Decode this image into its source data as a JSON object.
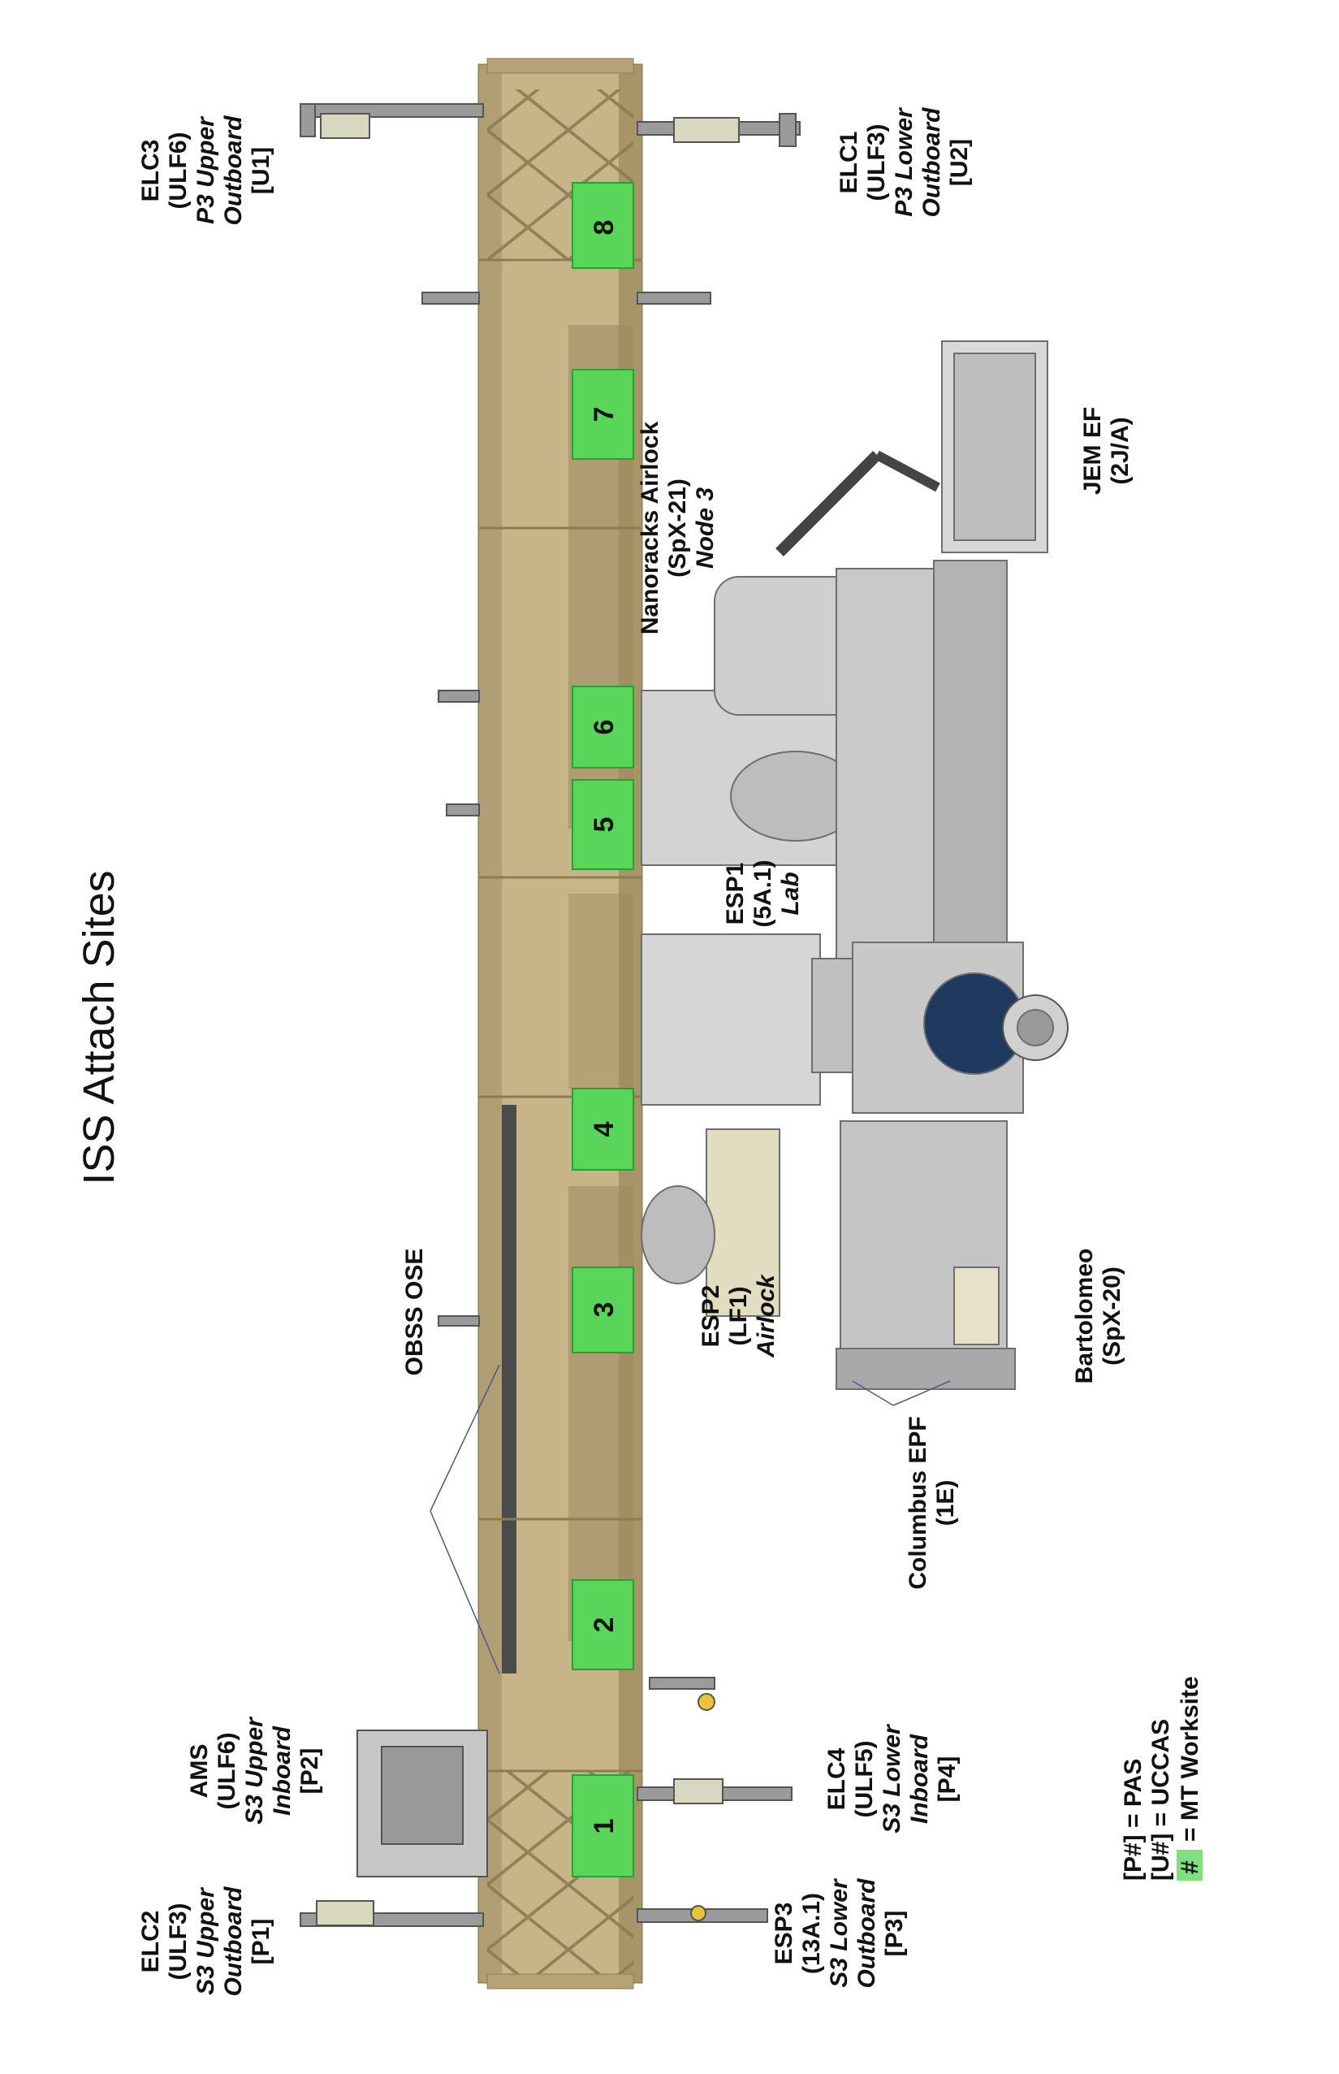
{
  "title": "ISS Attach Sites",
  "worksites": [
    "1",
    "2",
    "3",
    "4",
    "5",
    "6",
    "7",
    "8"
  ],
  "labels": {
    "elc3": [
      "ELC3",
      "(ULF6)",
      "P3 Upper",
      "Outboard",
      "[U1]"
    ],
    "elc1": [
      "ELC1",
      "(ULF3)",
      "P3 Lower",
      "Outboard",
      "[U2]"
    ],
    "jem_ef": [
      "JEM EF",
      "(2J/A)"
    ],
    "nanoracks": [
      "Nanoracks Airlock",
      "(SpX-21)",
      "Node 3"
    ],
    "esp1": [
      "ESP1",
      "(5A.1)",
      "Lab"
    ],
    "obss": [
      "OBSS OSE"
    ],
    "esp2": [
      "ESP2",
      "(LF1)",
      "Airlock"
    ],
    "bartolomeo": [
      "Bartolomeo",
      "(SpX-20)"
    ],
    "columbus": [
      "Columbus EPF",
      "(1E)"
    ],
    "ams": [
      "AMS",
      "(ULF6)",
      "S3 Upper",
      "Inboard",
      "[P2]"
    ],
    "elc2": [
      "ELC2",
      "(ULF3)",
      "S3 Upper",
      "Outboard",
      "[P1]"
    ],
    "esp3": [
      "ESP3",
      "(13A.1)",
      "S3 Lower",
      "Outboard",
      "[P3]"
    ],
    "elc4": [
      "ELC4",
      "(ULF5)",
      "S3 Lower",
      "Inboard",
      "[P4]"
    ]
  },
  "legend": {
    "pas": "[P#] = PAS",
    "uccas": "[U#] = UCCAS",
    "mt_symbol": "#",
    "mt": "= MT Worksite"
  },
  "colors": {
    "truss": "#c8b489",
    "truss_dark": "#8f7b52",
    "worksite": "#59d65a",
    "module": "#c9c9c9",
    "module_dark": "#8a8a8a",
    "hatch_blue": "#1e3a5f",
    "legend_swatch": "#7fe07f"
  }
}
